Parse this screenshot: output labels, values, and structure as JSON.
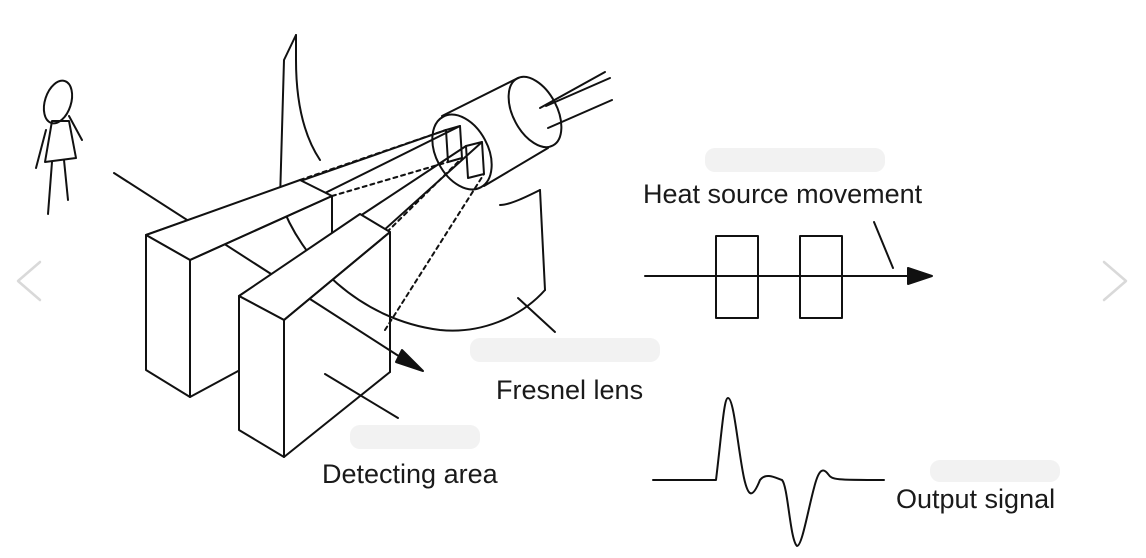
{
  "labels": {
    "heat_source_movement": "Heat source movement",
    "fresnel_lens": "Fresnel lens",
    "detecting_area": "Detecting area",
    "output_signal": "Output signal"
  },
  "navigation": {
    "prev_icon": "chevron-left-icon",
    "next_icon": "chevron-right-icon"
  },
  "colors": {
    "line": "#111111",
    "nav_chevron": "#d9d9d9"
  }
}
